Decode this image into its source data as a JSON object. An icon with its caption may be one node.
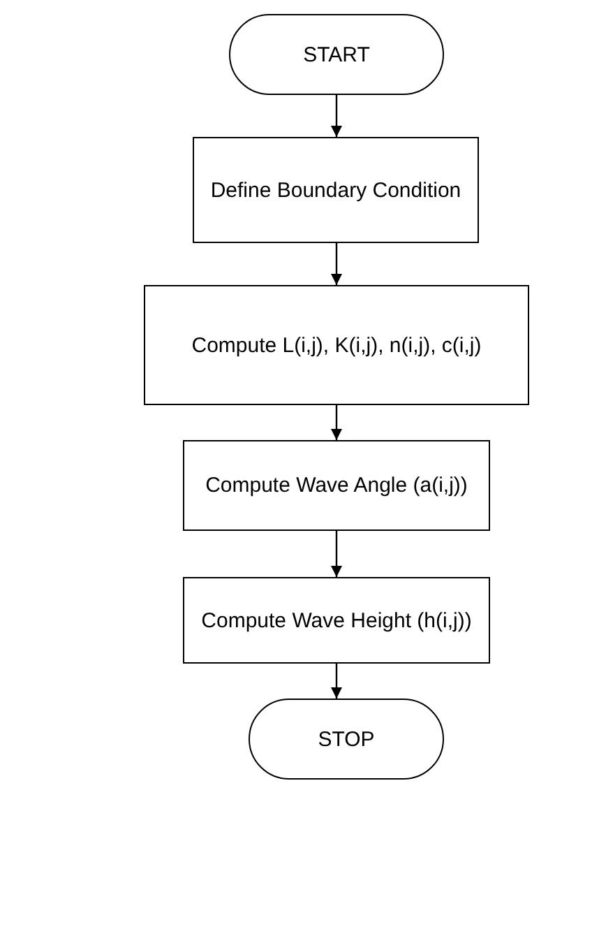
{
  "diagram": {
    "nodes": [
      {
        "text": [
          "START"
        ]
      },
      {
        "text": [
          "Define Boundary Condition"
        ]
      },
      {
        "text": [
          "Compute L(i,j), K(i,j), n(i,j), c(i,j)"
        ]
      },
      {
        "text": [
          "Compute Wave Angle (a(i,j))"
        ]
      },
      {
        "text": [
          "Compute Wave Height (h(i,j))"
        ]
      },
      {
        "text": [
          "STOP"
        ]
      }
    ],
    "edges": [
      {
        "from": 0,
        "to": 1,
        "arrow": "to"
      },
      {
        "from": 1,
        "to": 2,
        "arrow": "to"
      },
      {
        "from": 2,
        "to": 3,
        "arrow": "to"
      },
      {
        "from": 3,
        "to": 4,
        "arrow": "to"
      },
      {
        "from": 4,
        "to": 5,
        "arrow": "to"
      }
    ]
  }
}
